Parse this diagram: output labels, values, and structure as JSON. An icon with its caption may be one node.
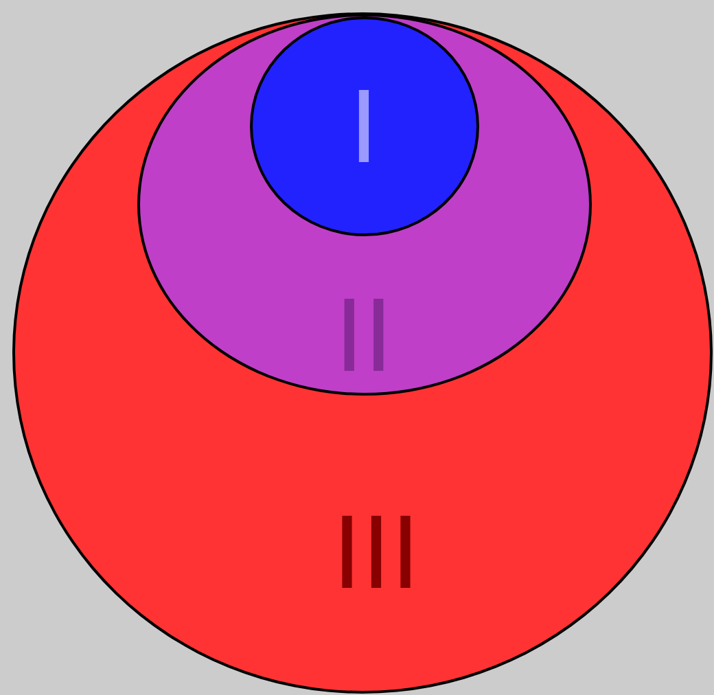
{
  "diagram": {
    "nodes": [
      {
        "text": [
          "III"
        ]
      },
      {
        "text": [
          "II"
        ],
        "in": 0
      },
      {
        "text": [
          "I"
        ],
        "in": 1
      }
    ]
  }
}
